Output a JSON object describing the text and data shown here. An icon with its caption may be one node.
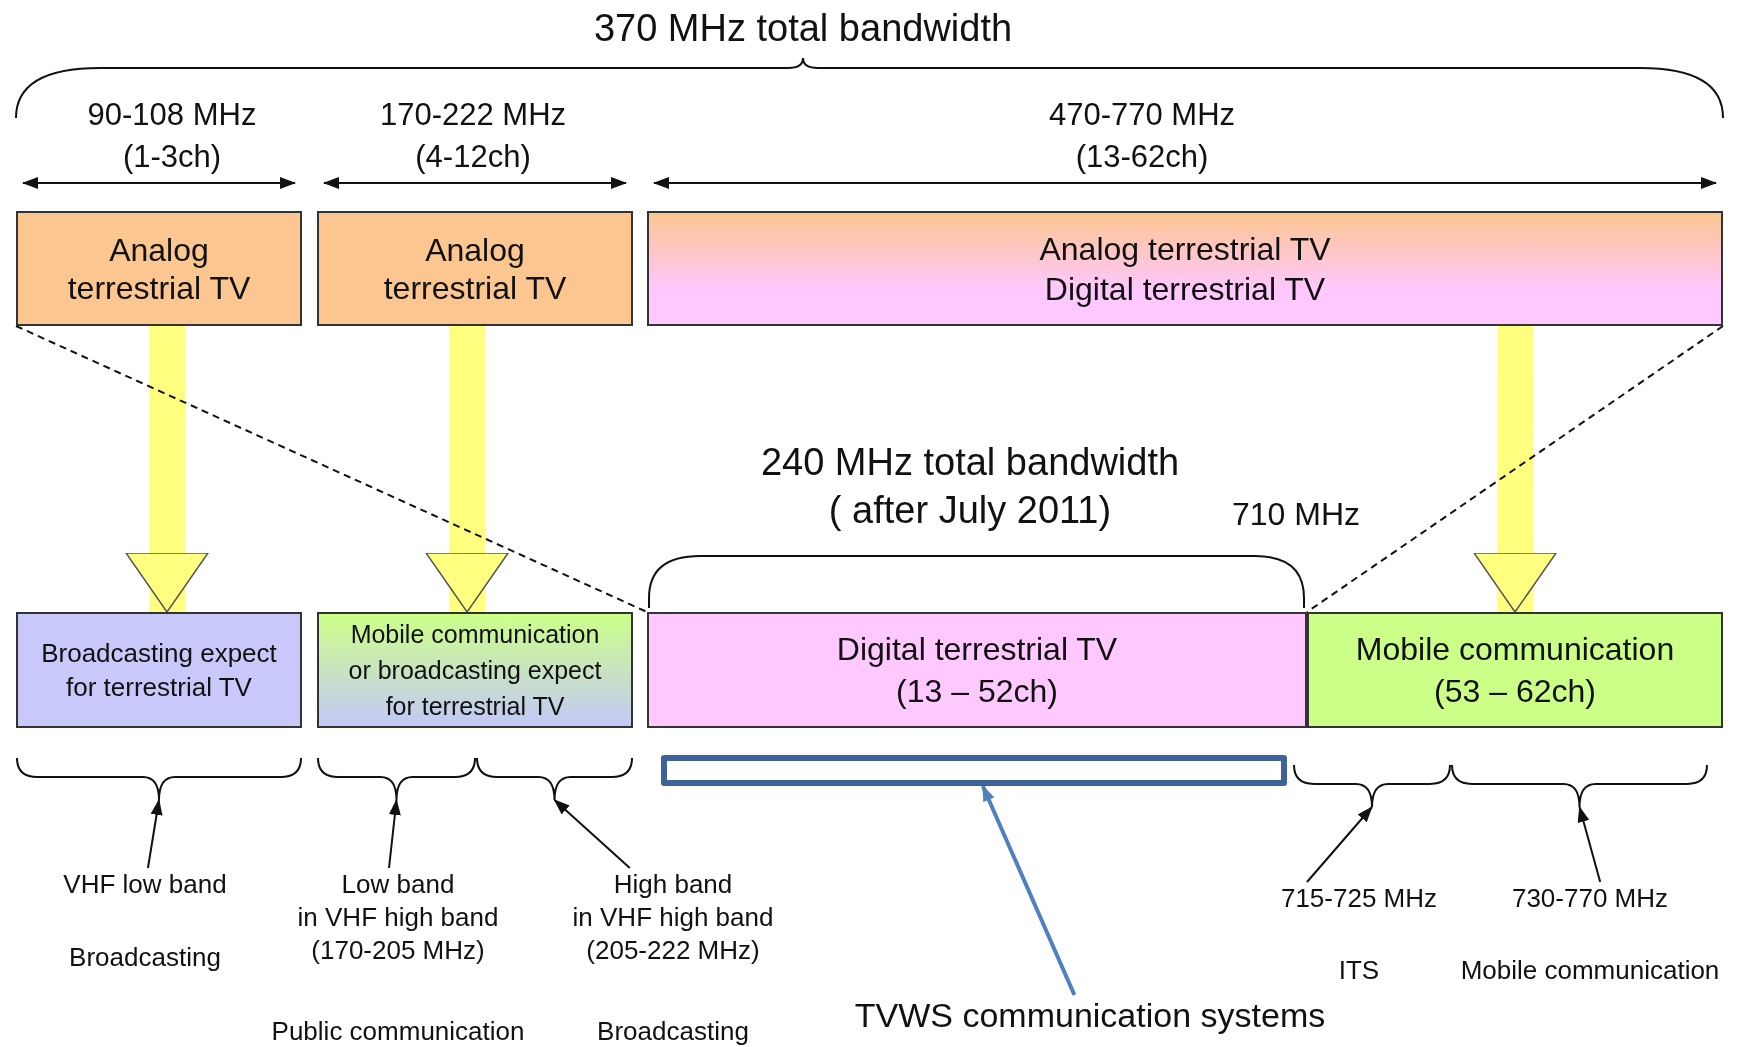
{
  "diagram": {
    "nodes": [
      {
        "text": [
          "Analog terrestrial TV"
        ]
      },
      {
        "text": [
          "Analog terrestrial TV"
        ]
      },
      {
        "text": [
          "Analog terrestrial TV",
          "Digital terrestrial TV"
        ]
      },
      {
        "text": [
          "Broadcasting expect for terrestrial TV"
        ]
      },
      {
        "text": [
          "Mobile communication or broadcasting expect for terrestrial TV"
        ]
      },
      {
        "text": [
          "Digital terrestrial TV (13 – 52ch)"
        ]
      },
      {
        "text": [
          "Mobile communication (53 – 62ch)"
        ]
      },
      {
        "text": [],
        "shape": "box"
      },
      {
        "text": [
          "VHF low band",
          "Broadcasting"
        ]
      },
      {
        "text": [
          "Low band in VHF high band (170-205 MHz)",
          "Public communication"
        ]
      },
      {
        "text": [
          "High band in VHF high band (205-222 MHz)",
          "Broadcasting"
        ]
      },
      {
        "text": [
          "715-725 MHz",
          "ITS"
        ]
      },
      {
        "text": [
          "730-770 MHz",
          "Mobile communication"
        ]
      },
      {
        "text": [
          "TVWS communication systems"
        ]
      },
      {
        "text": [],
        "shape": "brace"
      },
      {
        "text": [],
        "shape": "brace"
      },
      {
        "text": [],
        "shape": "brace"
      },
      {
        "text": [],
        "shape": "brace"
      },
      {
        "text": [],
        "shape": "brace"
      }
    ],
    "edges": [
      {
        "from": 0,
        "to": 3,
        "arrow": "to",
        "style": "thick",
        "color": "#ffff80"
      },
      {
        "from": 1,
        "to": 4,
        "arrow": "to",
        "style": "thick",
        "color": "#ffff80"
      },
      {
        "from": 2,
        "to": 6,
        "arrow": "to",
        "style": "thick",
        "color": "#ffff80"
      },
      {
        "from": 0,
        "to": 5,
        "arrow": "none",
        "style": "dashed"
      },
      {
        "from": 2,
        "to": 6,
        "arrow": "none",
        "style": "dashed"
      },
      {
        "from": 13,
        "to": 7,
        "arrow": "to",
        "color": "#4f81bd"
      },
      {
        "from": 8,
        "to": 14,
        "arrow": "to"
      },
      {
        "from": 9,
        "to": 15,
        "arrow": "to"
      },
      {
        "from": 10,
        "to": 16,
        "arrow": "to"
      },
      {
        "from": 11,
        "to": 17,
        "arrow": "to"
      },
      {
        "from": 12,
        "to": 18,
        "arrow": "to"
      }
    ],
    "labels": [
      "370 MHz total bandwidth",
      "90-108 MHz (1-3ch)",
      "170-222 MHz (4-12ch)",
      "470-770 MHz (13-62ch)",
      "240 MHz total bandwidth ( after July 2011)",
      "710 MHz"
    ]
  }
}
